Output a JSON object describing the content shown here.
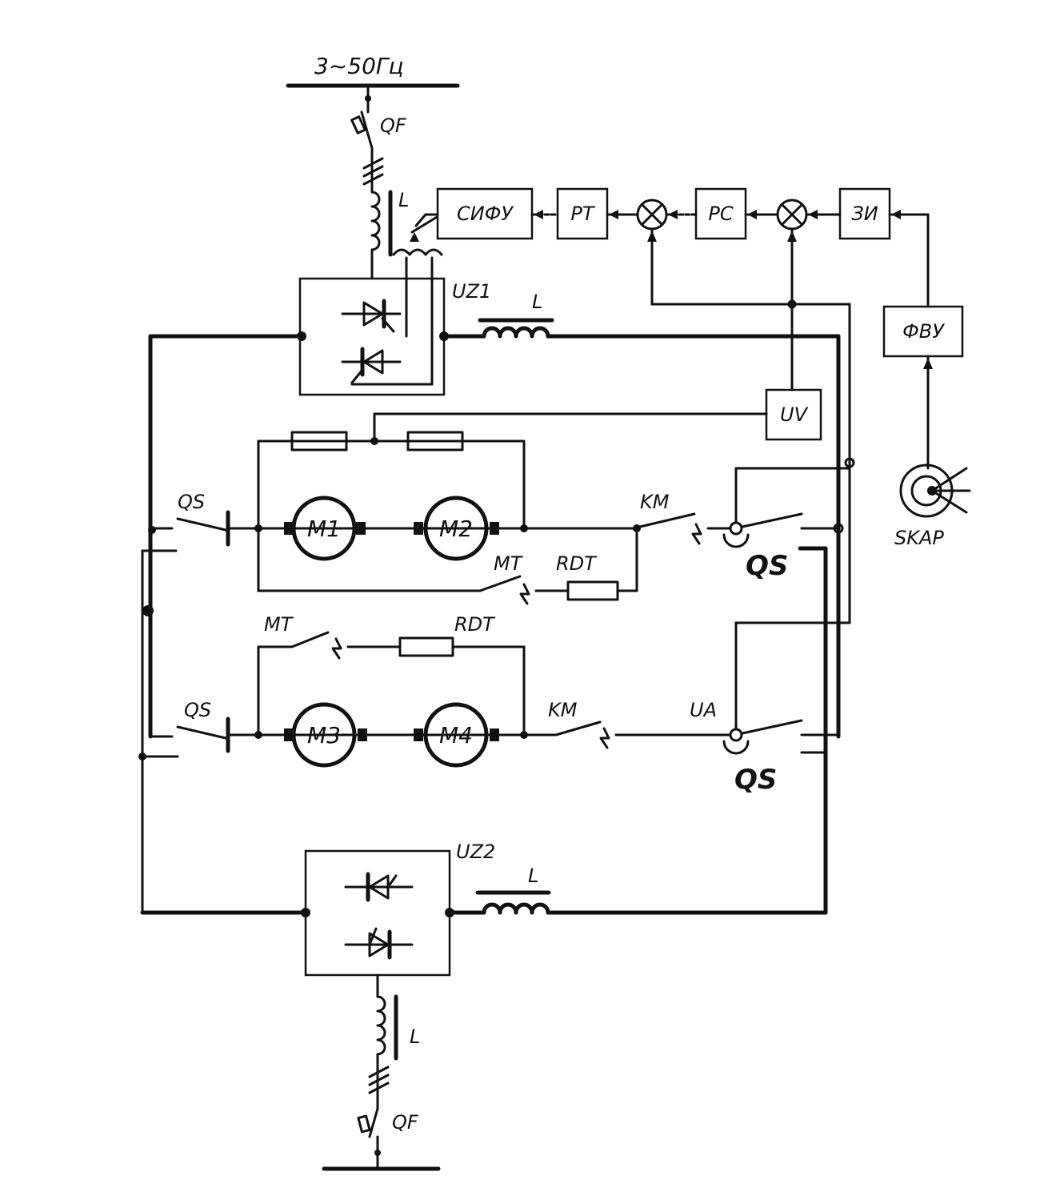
{
  "diagram": {
    "supply_label": "3~50Гц",
    "labels": {
      "qf_top": "QF",
      "qf_bottom": "QF",
      "l_reactor_top": "L",
      "l_reactor_bottom": "L",
      "l_choke_top": "L",
      "l_choke_bottom": "L",
      "uz1": "UZ1",
      "uz2": "UZ2",
      "qs_upper": "QS",
      "qs_lower": "QS",
      "qs_right_upper": "QS",
      "qs_right_lower": "QS",
      "km_upper": "KM",
      "km_lower": "KM",
      "mt_upper": "MT",
      "mt_lower": "MT",
      "rdt_upper": "RDT",
      "rdt_lower": "RDT",
      "ua": "UA",
      "skap": "SKAP"
    },
    "blocks": {
      "sifu": "СИФУ",
      "rt": "РТ",
      "rs": "РС",
      "zi": "ЗИ",
      "fvu": "ФВУ",
      "uv": "UV"
    },
    "motors": {
      "m1": "M1",
      "m2": "M2",
      "m3": "M3",
      "m4": "M4"
    }
  }
}
